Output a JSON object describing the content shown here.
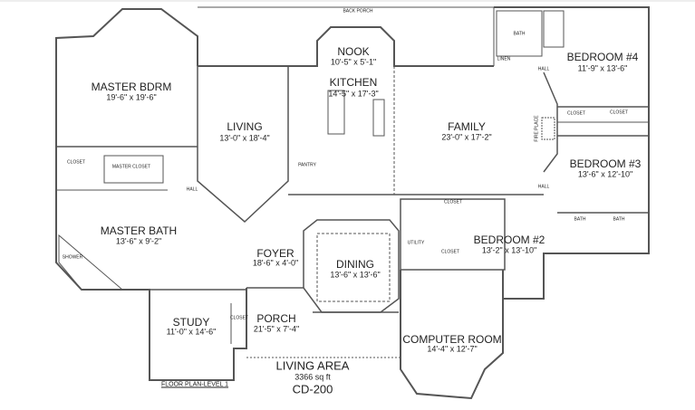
{
  "plan_title": "FLOOR PLAN-LEVEL 1",
  "living_area": {
    "label": "LIVING AREA",
    "area": "3366 sq ft",
    "plan_code": "CD-200"
  },
  "rooms": [
    {
      "name": "MASTER BDRM",
      "size": "19'-6\" x 19'-6\""
    },
    {
      "name": "LIVING",
      "size": "13'-0\" x 18'-4\""
    },
    {
      "name": "NOOK",
      "size": "10'-5\" x 5'-1\""
    },
    {
      "name": "KITCHEN",
      "size": "14'-5\" x 17'-3\""
    },
    {
      "name": "FAMILY",
      "size": "23'-0\" x 17'-2\""
    },
    {
      "name": "BEDROOM #4",
      "size": "11'-9\" x 13'-6\""
    },
    {
      "name": "BEDROOM #3",
      "size": "13'-6\" x 12'-10\""
    },
    {
      "name": "MASTER BATH",
      "size": "13'-6\" x 9'-2\""
    },
    {
      "name": "FOYER",
      "size": "18'-6\" x 4'-0\""
    },
    {
      "name": "DINING",
      "size": "13'-6\" x 13'-6\""
    },
    {
      "name": "STUDY",
      "size": "11'-0\" x 14'-6\""
    },
    {
      "name": "PORCH",
      "size": "21'-5\" x 7'-4\""
    },
    {
      "name": "BEDROOM #2",
      "size": "13'-2\" x 13'-10\""
    },
    {
      "name": "COMPUTER ROOM",
      "size": "14'-4\" x 12'-7\""
    }
  ],
  "minor_labels": [
    "BACK PORCH",
    "CLOSET",
    "MASTER CLOSET",
    "HALL",
    "PANTRY",
    "BATH",
    "LINEN",
    "HALL",
    "CLOSET",
    "CLOSET",
    "FIRE PLACE",
    "HALL",
    "CLOSET",
    "UTILITY",
    "CLOSET",
    "BATH",
    "BATH",
    "SHOWER",
    "CLOSET"
  ],
  "colors": {
    "wall": "#555555",
    "text": "#222222",
    "background": "#ffffff"
  }
}
